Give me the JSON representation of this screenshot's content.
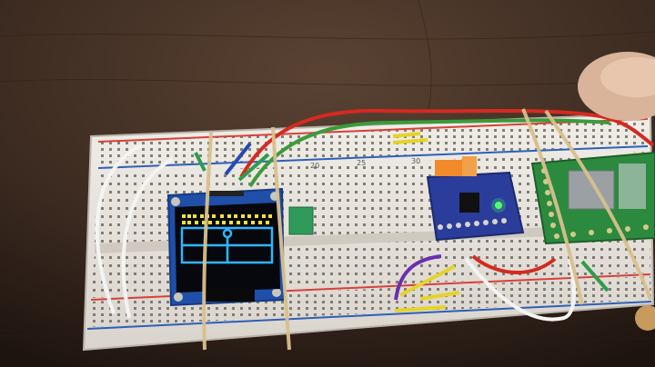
{
  "scene": {
    "description_tags": [
      "breadboard",
      "oled-display",
      "imu-sensor-module",
      "microcontroller-board",
      "jumper-wires",
      "rubber-bands",
      "wooden-table",
      "finger"
    ],
    "colors": {
      "table": "#3b2a20",
      "breadboard": "#e9e6df",
      "red_rail": "#d8403a",
      "blue_rail": "#2f5fb8",
      "oled_pcb": "#1f4fa8",
      "oled_glass": "#06080e",
      "oled_yellow": "#f2e23a",
      "oled_cyan": "#2fb6ff",
      "sensor_pcb": "#2b3d9a",
      "micro_pcb": "#2c8a3f",
      "rubber_band": "#d8c08e"
    }
  },
  "breadboard": {
    "printed_numbers": [
      "20",
      "25",
      "30"
    ]
  },
  "oled": {
    "display_mode": "game-screen",
    "progress_dots_rows": 2
  },
  "sensor": {
    "led_color": "#4cff6b"
  }
}
